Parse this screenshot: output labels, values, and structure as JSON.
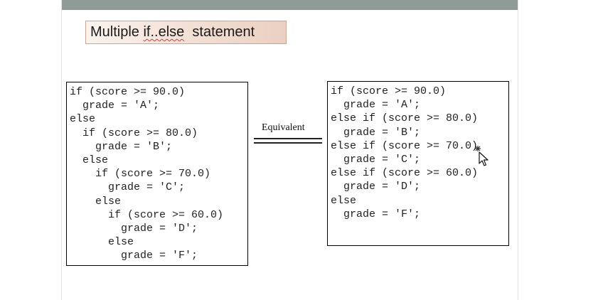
{
  "slide": {
    "title_prefix": "Multiple ",
    "title_misspelled": "if..else",
    "title_suffix": "  statement"
  },
  "left_code": {
    "lines": [
      "if (score >= 90.0)",
      "  grade = 'A';",
      "else",
      "  if (score >= 80.0)",
      "    grade = 'B';",
      "  else",
      "    if (score >= 70.0)",
      "      grade = 'C';",
      "    else",
      "      if (score >= 60.0)",
      "        grade = 'D';",
      "      else",
      "        grade = 'F';"
    ]
  },
  "equivalent_label": "Equivalent",
  "right_code": {
    "lines": [
      "if (score >= 90.0)",
      "  grade = 'A';",
      "else if (score >= 80.0)",
      "  grade = 'B';",
      "else if (score >= 70.0)",
      "  grade = 'C';",
      "else if (score >= 60.0)",
      "  grade = 'D';",
      "else",
      "  grade = 'F';"
    ]
  },
  "colors": {
    "top_bar": "#8f9b97",
    "title_border": "#c9a48e",
    "spellcheck_underline": "#d23a3a"
  },
  "icons": {
    "cursor": "mouse-pointer-icon"
  }
}
